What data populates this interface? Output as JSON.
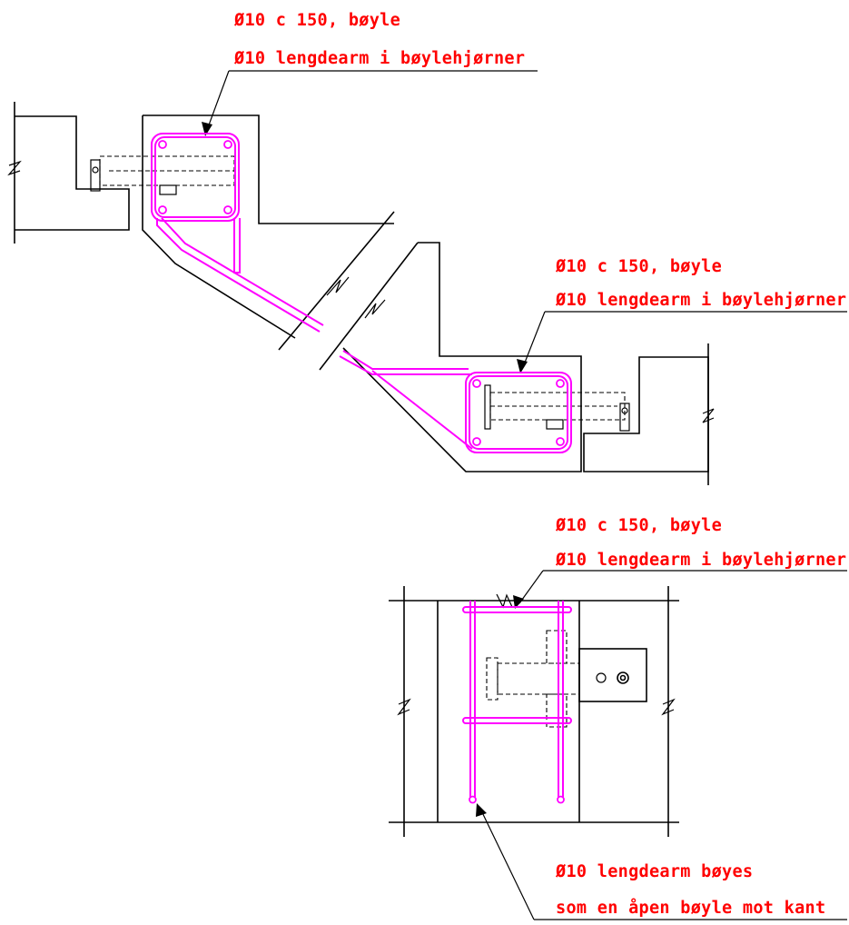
{
  "annotations": {
    "detail_1": {
      "line_1": "Ø10 c 150, bøyle",
      "line_2": "Ø10 lengdearm i bøylehjørner"
    },
    "detail_2": {
      "line_1": "Ø10 c 150, bøyle",
      "line_2": "Ø10 lengdearm i bøylehjørner"
    },
    "detail_3": {
      "line_1": "Ø10 c 150, bøyle",
      "line_2": "Ø10 lengdearm i bøylehjørner"
    },
    "detail_4": {
      "line_1": "Ø10 lengdearm bøyes",
      "line_2": "som en åpen bøyle mot kant"
    }
  },
  "colors": {
    "annotation_text": "#ff0000",
    "reinforcement": "#ff00ff",
    "concrete_outline": "#000000",
    "background": "#ffffff"
  }
}
